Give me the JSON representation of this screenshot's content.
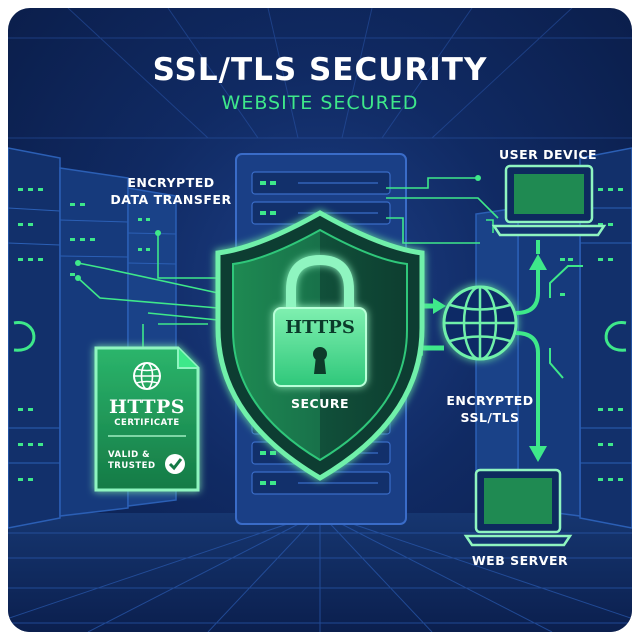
{
  "header": {
    "title": "SSL/TLS SECURITY",
    "subtitle": "WEBSITE SECURED"
  },
  "labels": {
    "encrypted_transfer_line1": "ENCRYPTED",
    "encrypted_transfer_line2": "DATA TRANSFER",
    "user_device": "USER DEVICE",
    "encrypted_ssl_line1": "ENCRYPTED",
    "encrypted_ssl_line2": "SSL/TLS",
    "web_server": "WEB SERVER",
    "secure": "SECURE"
  },
  "lock": {
    "text": "HTTPS"
  },
  "certificate": {
    "title": "HTTPS",
    "subtitle": "CERTIFICATE",
    "status_line1": "VALID &",
    "status_line2": "TRUSTED"
  },
  "colors": {
    "accent_green": "#3ee88a",
    "background_navy": "#102a63",
    "shield_green": "#1f7a4a"
  },
  "icons": [
    "shield-icon",
    "padlock-icon",
    "globe-icon",
    "laptop-icon",
    "checkmark-icon",
    "document-icon"
  ]
}
